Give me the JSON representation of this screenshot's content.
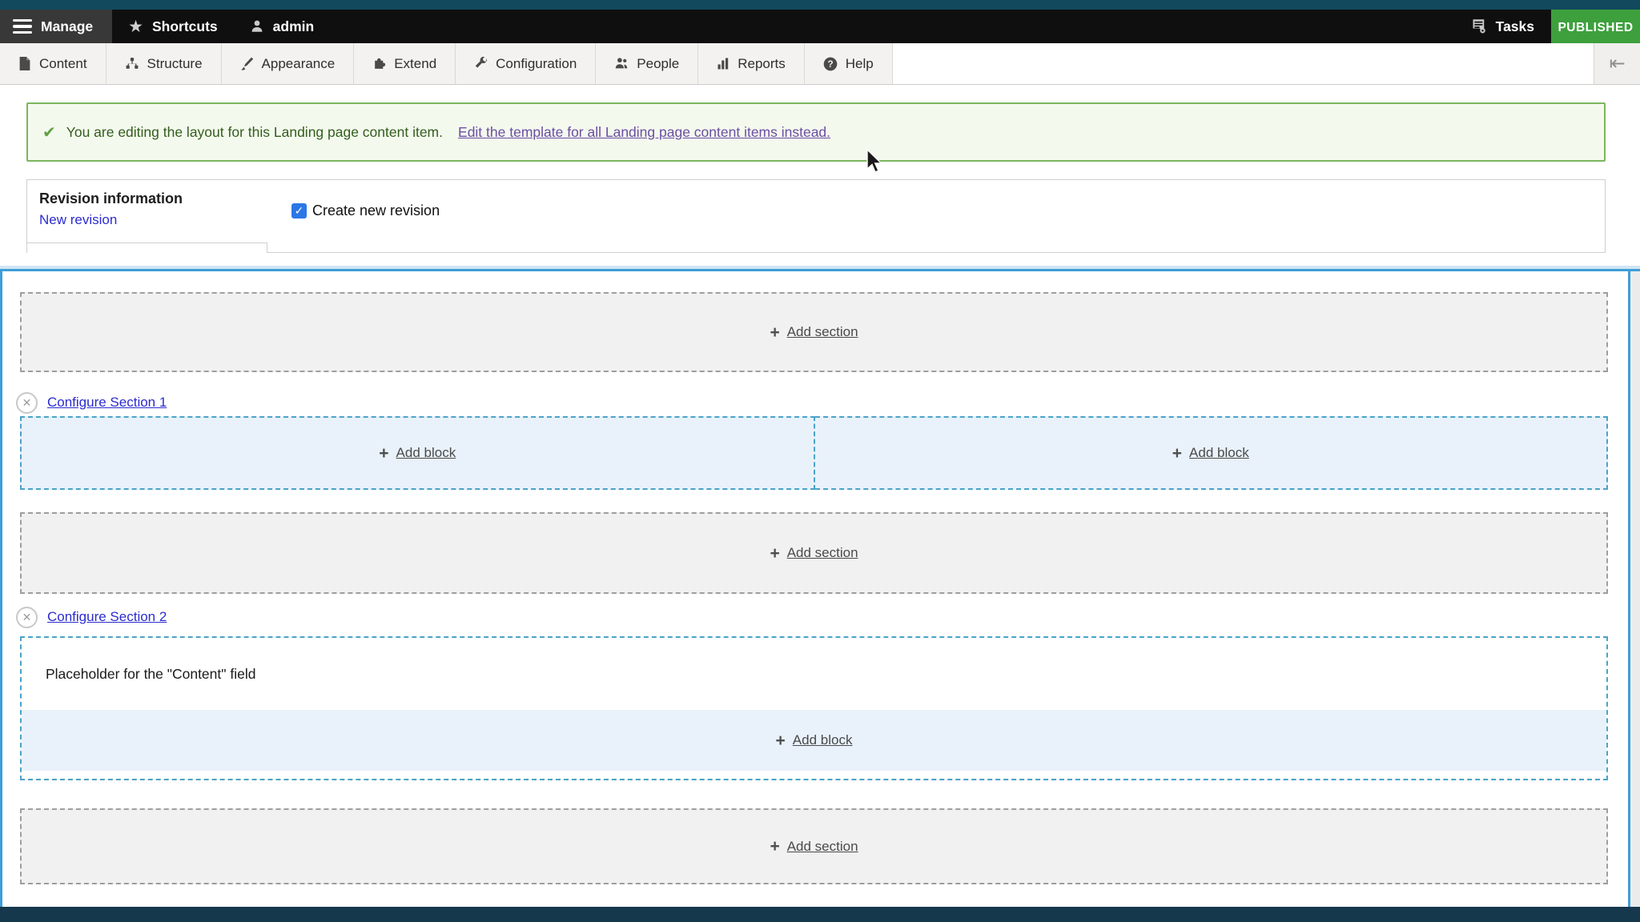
{
  "admin_bar": {
    "manage": "Manage",
    "shortcuts": "Shortcuts",
    "user": "admin",
    "tasks": "Tasks",
    "published": "PUBLISHED"
  },
  "toolbar": {
    "tabs": [
      {
        "label": "Content",
        "icon": "file-icon"
      },
      {
        "label": "Structure",
        "icon": "sitemap-icon"
      },
      {
        "label": "Appearance",
        "icon": "paintbrush-icon"
      },
      {
        "label": "Extend",
        "icon": "puzzle-icon"
      },
      {
        "label": "Configuration",
        "icon": "wrench-icon"
      },
      {
        "label": "People",
        "icon": "people-icon"
      },
      {
        "label": "Reports",
        "icon": "bar-chart-icon"
      },
      {
        "label": "Help",
        "icon": "question-icon"
      }
    ],
    "toggle_glyph": "⇤"
  },
  "status_message": {
    "check_glyph": "✔",
    "text": "You are editing the layout for this Landing page content item.",
    "link": "Edit the template for all Landing page content items instead."
  },
  "revision": {
    "title": "Revision information",
    "link": "New revision",
    "checkbox_label": "Create new revision",
    "checkbox_checked": true,
    "check_glyph": "✓"
  },
  "layout": {
    "plus_glyph": "+",
    "add_section_label": "Add section",
    "add_block_label": "Add block",
    "close_glyph": "✕",
    "sections": [
      {
        "configure_label": "Configure Section 1"
      },
      {
        "configure_label": "Configure Section 2"
      }
    ],
    "content_placeholder": "Placeholder for the \"Content\" field"
  },
  "colors": {
    "topstrip_teal": "#12495c",
    "published_green": "#3da03c",
    "status_bg_green": "#f4f9ee",
    "status_border_green": "#7cb55e",
    "status_text_green": "#325e1c",
    "visited_link_purple": "#6a4fa3",
    "link_blue": "#2b2bd0",
    "checkbox_blue": "#2b77e6",
    "accent_blue": "#3f9ed8",
    "section_teal": "#4aa3c9",
    "section_bg_blue": "#e9f2fa",
    "footer_navy": "#16384d"
  }
}
